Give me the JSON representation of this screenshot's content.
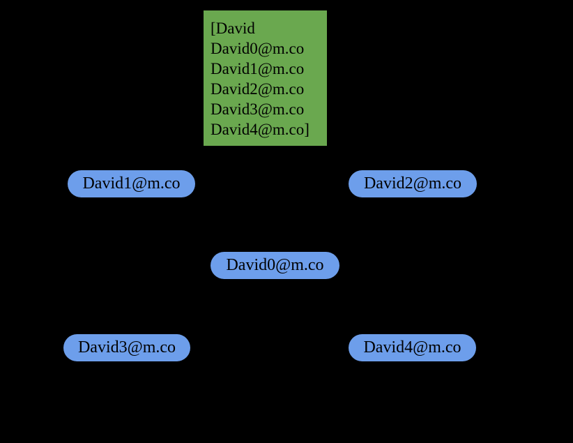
{
  "colors": {
    "background": "#000000",
    "email_box_fill": "#6aa84f",
    "node_fill": "#6d9eeb",
    "text": "#000000"
  },
  "email_list_box": {
    "lines": [
      "[David",
      "David0@m.co",
      "David1@m.co",
      "David2@m.co",
      "David3@m.co",
      "David4@m.co]"
    ]
  },
  "nodes": [
    {
      "id": "david0",
      "label": "David0@m.co"
    },
    {
      "id": "david1",
      "label": "David1@m.co"
    },
    {
      "id": "david2",
      "label": "David2@m.co"
    },
    {
      "id": "david3",
      "label": "David3@m.co"
    },
    {
      "id": "david4",
      "label": "David4@m.co"
    }
  ]
}
